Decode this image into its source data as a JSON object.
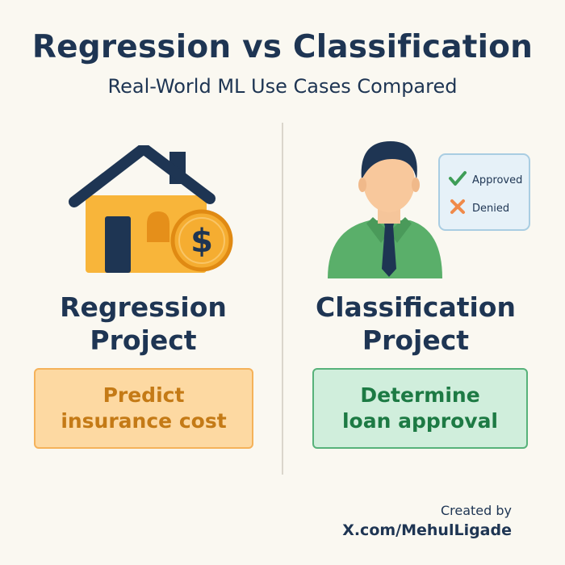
{
  "header": {
    "title": "Regression vs Classification",
    "subtitle": "Real-World ML Use Cases Compared"
  },
  "regression": {
    "title_line1": "Regression",
    "title_line2": "Project",
    "desc_line1": "Predict",
    "desc_line2": "insurance cost",
    "icon": "house-dollar-icon",
    "accent_color": "#f5b25a"
  },
  "classification": {
    "title_line1": "Classification",
    "title_line2": "Project",
    "desc_line1": "Determine",
    "desc_line2": "loan approval",
    "icon": "person-decision-icon",
    "accent_color": "#57b27a",
    "legend": {
      "approved_label": "Approved",
      "denied_label": "Denied"
    }
  },
  "footer": {
    "credit_line": "Created by",
    "handle": "X.com/MehulLigade"
  }
}
